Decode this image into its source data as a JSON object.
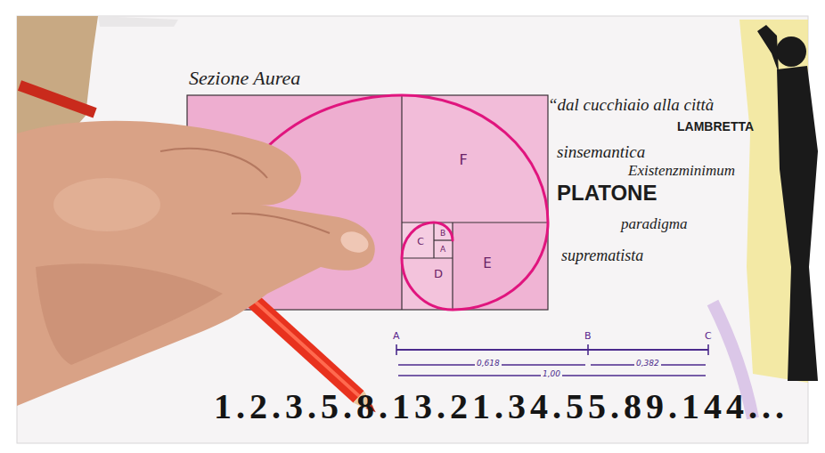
{
  "diagram": {
    "nodes": [
      {
        "text": [
          "Sezione Aurea"
        ]
      },
      {
        "text": [
          "F"
        ],
        "in": 0
      },
      {
        "text": [
          "E"
        ],
        "in": 0
      },
      {
        "text": [
          "D"
        ],
        "in": 0
      },
      {
        "text": [
          "C"
        ],
        "in": 0
      },
      {
        "text": [
          "B"
        ],
        "in": 0
      },
      {
        "text": [
          "A"
        ],
        "in": 0
      }
    ],
    "labels": [
      "“dal cucchiaio alla città",
      "LAMBRETTA",
      "sinsemantica",
      "Existenzminimum",
      "PLATONE",
      "paradigma",
      "suprematista",
      "A",
      "B",
      "C",
      "0,618",
      "0,382",
      "1,00",
      "1.2.3.5.8.13.21.34.55.89.144..."
    ]
  }
}
